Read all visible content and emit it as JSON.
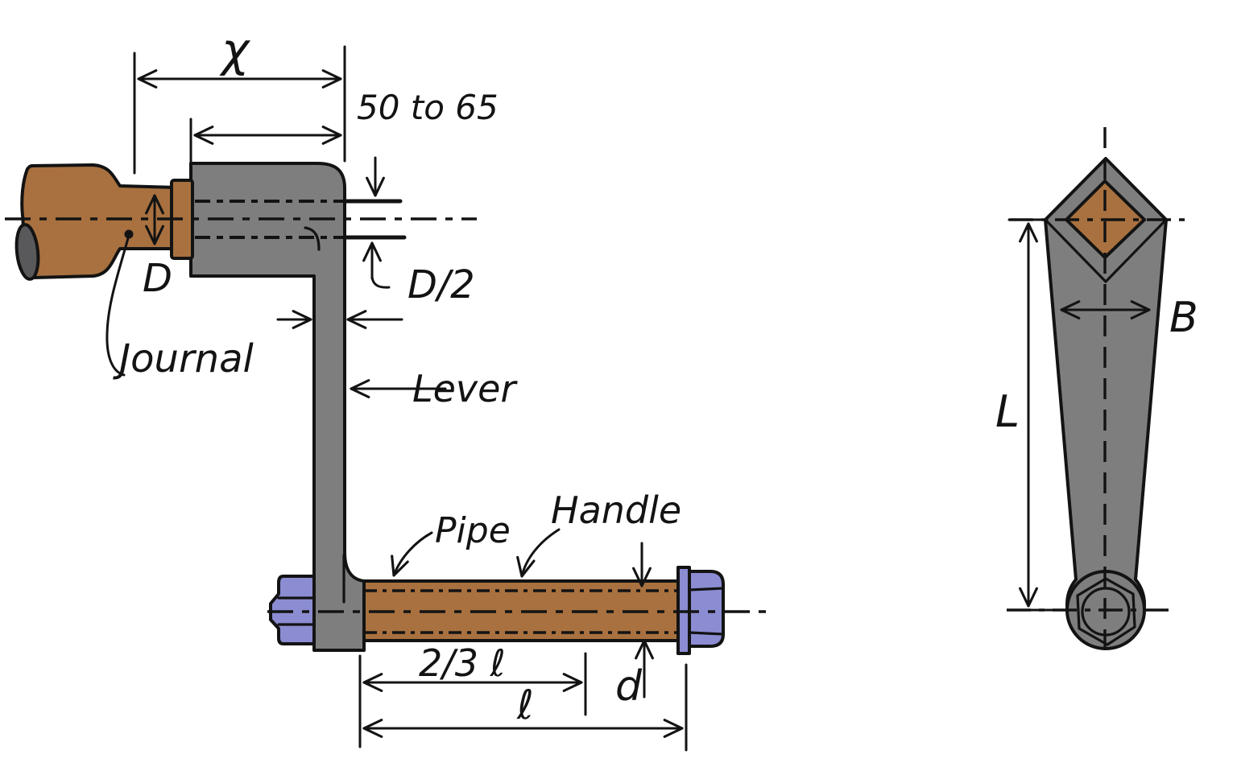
{
  "labels": {
    "crank_length": "χ",
    "boss_length_range": "50 to 65",
    "journal_diameter": "D",
    "journal": "Journal",
    "half_diameter": "D/2",
    "lever": "Lever",
    "pipe": "Pipe",
    "handle": "Handle",
    "handle_two_thirds_length": "2/3 ℓ",
    "handle_length": "ℓ",
    "handle_diameter": "d",
    "lever_length": "L",
    "lever_width": "B"
  },
  "colors": {
    "shaft_brown": "#a8713f",
    "steel_gray": "#7e7e7e",
    "shaft_end_dark_gray": "#59595b",
    "nut_purple": "#8b8cd2",
    "hex_nut_purple_light": "#9c9cda",
    "bolt_purple": "#7f80ce",
    "line_black": "#131313",
    "background": "#ffffff"
  }
}
